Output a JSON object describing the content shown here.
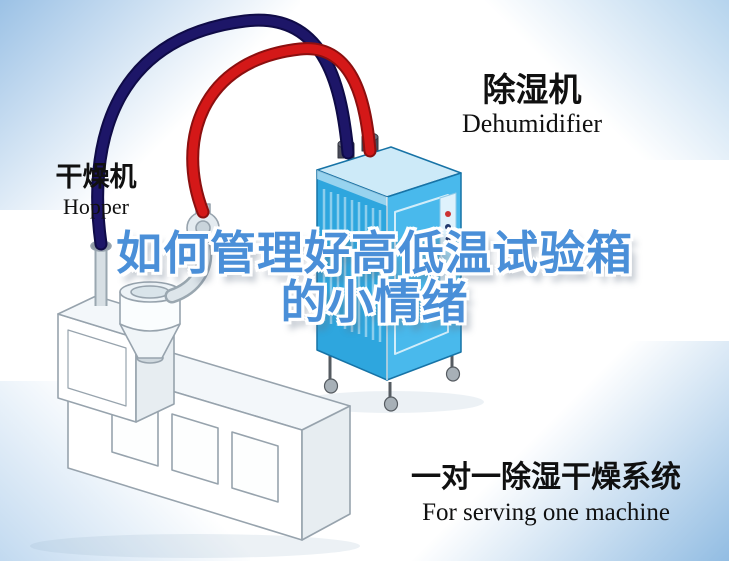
{
  "labels": {
    "hopper": {
      "zh": "干燥机",
      "en": "Hopper"
    },
    "dehumidifier": {
      "zh": "除湿机",
      "en": "Dehumidifier"
    }
  },
  "headline": {
    "line1": "如何管理好高低温试验箱",
    "line2": "的小情绪"
  },
  "caption": {
    "zh": "一对一除湿干燥系统",
    "en": "For serving one machine"
  },
  "colors": {
    "headline_blue": "#4a8fd8",
    "pipe_red": "#d41818",
    "pipe_red_edge": "#8c0f0f",
    "pipe_navy": "#1d1668",
    "pipe_navy_edge": "#0f0b47",
    "cabinet_front": "#49b9ec",
    "cabinet_side": "#2ea6de",
    "cabinet_top": "#cdeaf8",
    "machine_body": "#ffffff",
    "background_tint": "#a9cbe9",
    "label_text": "#101010"
  },
  "illustration": {
    "machines": [
      "hopper-dryer-machine",
      "dehumidifier-cabinet"
    ],
    "pipes": [
      "navy-supply-hose",
      "red-return-hose"
    ]
  }
}
